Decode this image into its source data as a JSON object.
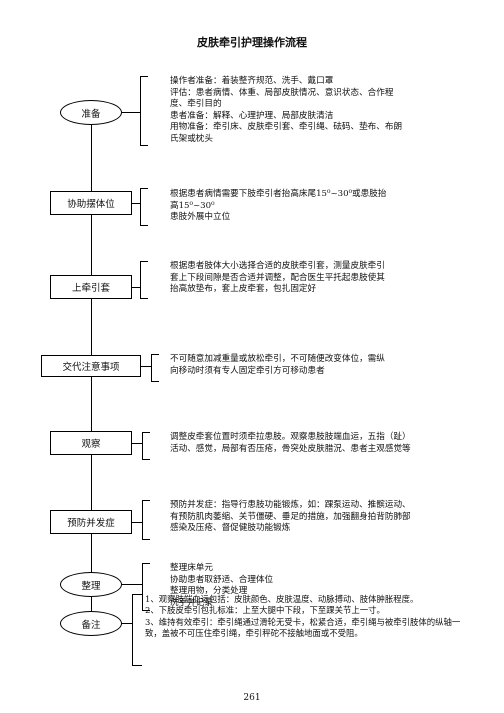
{
  "title": "皮肤牵引护理操作流程",
  "steps": [
    {
      "label": "准备",
      "lines": [
        "操作者准备：着装整齐规范、洗手、戴口罩",
        "评估：患者病情、体重、局部皮肤情况、意识状态、合作程",
        "度、牵引目的",
        "患者准备：解释、心理护理、局部皮肤清洁",
        "用物准备：牵引床、皮肤牵引套、牵引绳、砝码、垫布、布朗",
        "氏架或枕头"
      ]
    },
    {
      "label": "协助摆体位",
      "lines": [
        "根据患者病情需要下肢牵引者抬高床尾15⁰~30⁰或患肢抬",
        "高15⁰~30⁰",
        "患肢外展中立位"
      ]
    },
    {
      "label": "上牵引套",
      "lines": [
        "根据患者肢体大小选择合适的皮肤牵引套，测量皮肤牵引",
        "套上下段间隙是否合适并调整，配合医生平托起患肢使其",
        "抬高放垫布，套上皮牵套，包扎固定好"
      ]
    },
    {
      "label": "交代注意事项",
      "lines": [
        "不可随意加减重量或放松牵引，不可随便改变体位，需纵",
        "向移动时须有专人固定牵引方可移动患者"
      ]
    },
    {
      "label": "观察",
      "lines": [
        "调整皮牵套位置时须牵拉患肢。观察患肢肢端血运，五指（趾）",
        "活动、感觉，局部有否压疮，骨突处皮肤腊況、患者主观感觉等"
      ]
    },
    {
      "label": "预防并发症",
      "lines": [
        "预防并发症：指导行患肢功能锻炼，如：踝泵运动、推髌运动、",
        "有预防肌肉萎缩、关节僵硬、垂足的措施，加强翻身拍背防肺部",
        "感染及压疮、督促健肢功能锻炼"
      ]
    },
    {
      "label": "整理",
      "lines": [
        "整理床单元",
        "协助患者取舒适、合理体位",
        "整理用物，分类处理",
        "洗手并记录"
      ]
    }
  ],
  "notes": {
    "label": "备注",
    "items": [
      "1、观察肢端血运包括：皮肤颜色、皮肤温度、动脉搏动、肢体肿胀程度。",
      "2、下肢皮牵引包扎标准：上至大腿中下段，下至踝关节上一寸。",
      "3、维持有效牵引：牵引绳通过滑轮无受卡，松紧合适，牵引绳与被牵引肢体的纵轴一致，盖被不可压住牵引绳，牵引秤砣不接触地面或不受阻。"
    ]
  },
  "page_number": "261"
}
